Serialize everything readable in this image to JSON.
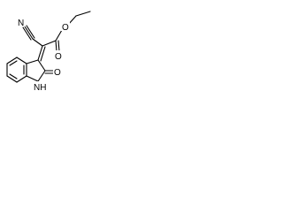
{
  "molecule": {
    "atoms": {
      "nitrile_n": "N",
      "ester_o_carbonyl": "O",
      "ester_o_ether": "O",
      "lactam_o": "O",
      "lactam_nh": "NH"
    }
  }
}
